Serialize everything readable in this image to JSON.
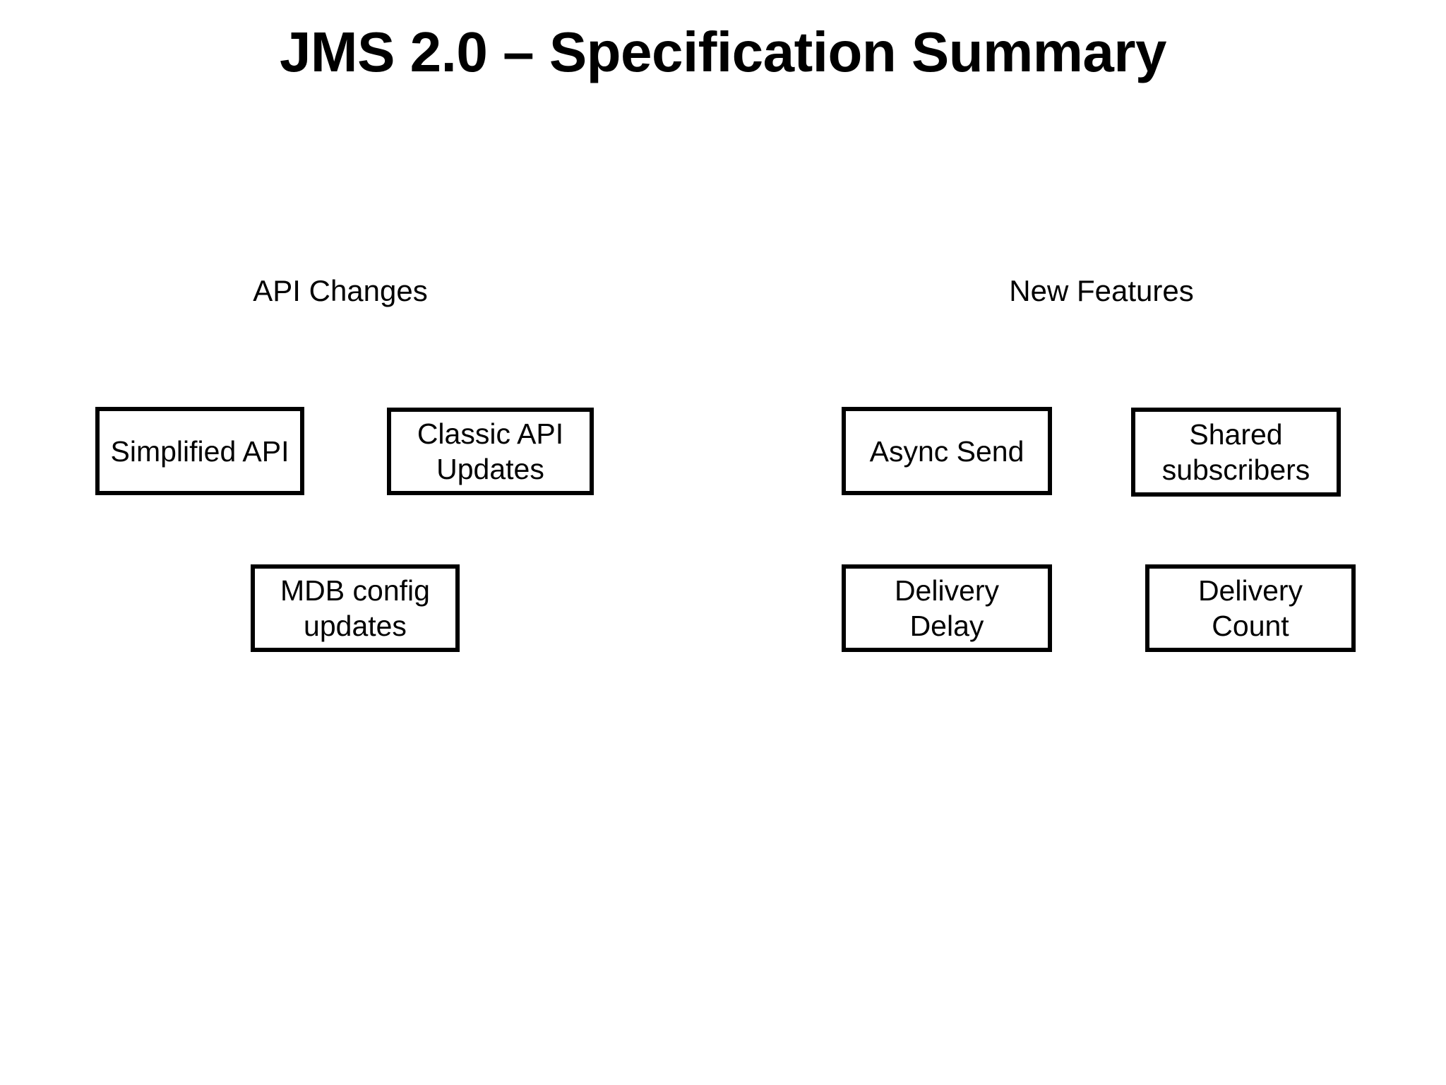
{
  "slide": {
    "title": "JMS 2.0 – Specification Summary",
    "background_color": "#ffffff",
    "text_color": "#000000",
    "box_border_color": "#000000",
    "box_fill_color": "#ffffff"
  },
  "columns": [
    {
      "heading": "API Changes",
      "boxes": [
        {
          "label": "Simplified API"
        },
        {
          "label": "Classic API\nUpdates"
        },
        {
          "label": "MDB config\nupdates"
        }
      ]
    },
    {
      "heading": "New Features",
      "boxes": [
        {
          "label": "Async Send"
        },
        {
          "label": "Shared\nsubscribers"
        },
        {
          "label": "Delivery\nDelay"
        },
        {
          "label": "Delivery\nCount"
        }
      ]
    }
  ]
}
